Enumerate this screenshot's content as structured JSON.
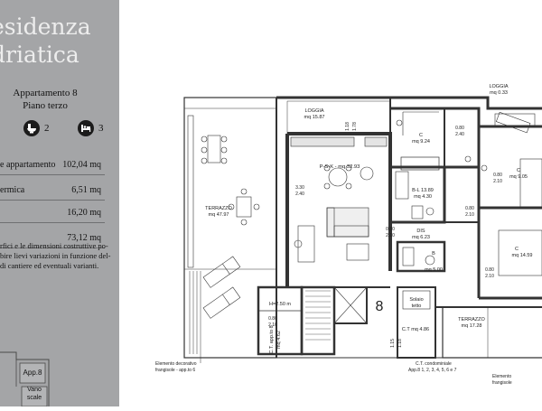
{
  "brand": {
    "line1": "esidenza",
    "line2": "driatica"
  },
  "apartment": {
    "title": "Appartamento 8",
    "floor": "Piano terzo"
  },
  "icons": [
    {
      "name": "toilet-icon",
      "value": "2"
    },
    {
      "name": "bed-icon",
      "value": "3"
    }
  ],
  "specs": [
    {
      "label": "e appartamento",
      "value": "102,04 mq"
    },
    {
      "label": "ermica",
      "value": "6,51 mq"
    },
    {
      "label": "",
      "value": "16,20 mq"
    },
    {
      "label": "",
      "value": "73,12 mq"
    }
  ],
  "note": {
    "line1": "rfici e le dimensioni costruttive po-",
    "line2": "bire lievi variazioni in funzione del-",
    "line3": "di cantiere ed eventuali varianti."
  },
  "keyplan": {
    "apt_label": "App.8",
    "stair_label_1": "Vano",
    "stair_label_2": "scale"
  },
  "plan": {
    "loggia1_name": "LOGGIA",
    "loggia1_area": "mq 15.87",
    "loggia2_name": "LOGGIA",
    "loggia2_area": "mq 0.33",
    "c1_name": "C",
    "c1_area": "mq 9.24",
    "c2_name": "C",
    "c2_area": "mq 9.05",
    "c3_name": "C",
    "c3_area": "mq 14.59",
    "terrazzo1_name": "TERRAZZO",
    "terrazzo1_area": "mq 47.97",
    "terrazzo2_name": "TERRAZZO",
    "terrazzo2_area": "mq 17.28",
    "psk_label": "P-S-K - mq 32.93",
    "bl_label": "B-L 13.89",
    "bl_area": "mq 4.30",
    "dis_name": "DIS",
    "dis_area": "mq 6.23",
    "b_name": "B",
    "b_area": "mq 5.00",
    "h_label": "H=2.50 m",
    "ct_app_label": "C.T. app.to 8",
    "ct_app_area": "mq 4.62",
    "ct_mq_label": "C.T mq 4.86",
    "solaio_1": "Solaio",
    "solaio_2": "tetto",
    "apt_number": "8",
    "ct_cond_1": "C.T. condominiale",
    "ct_cond_2": "App.8 1, 2, 3, 4, 5, 6 e 7",
    "elem1_line1": "Elemento decorativo",
    "elem1_line2": "frangisole - app.to 6",
    "elem2_line1": "Elemento",
    "elem2_line2": "frangisole",
    "dim_330": "3.30",
    "dim_240": "2.40",
    "dim_080": "0.80",
    "dim_210": "2.10",
    "dim_118": "1.18",
    "dim_115": "1.15",
    "dim_178": "1.78"
  }
}
